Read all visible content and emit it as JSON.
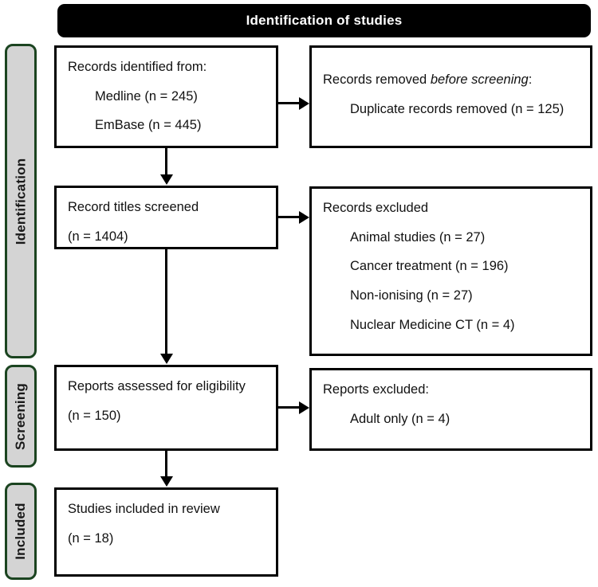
{
  "banner": {
    "title": "Identification of studies"
  },
  "phases": [
    {
      "label": "Identification"
    },
    {
      "label": "Screening"
    },
    {
      "label": "Included"
    }
  ],
  "boxes": {
    "identified": {
      "lines": [
        "Records identified from:",
        "Medline (n = 245)",
        "EmBase (n = 445)"
      ]
    },
    "removed_before_screening": {
      "heading_prefix": "Records removed ",
      "heading_italic": "before screening",
      "heading_suffix": ":",
      "lines": [
        "Duplicate records removed (n = 125)"
      ]
    },
    "titles_screened": {
      "lines": [
        "Record titles screened",
        "(n = 1404)"
      ]
    },
    "records_excluded": {
      "heading": "Records excluded",
      "lines": [
        "Animal studies (n = 27)",
        "Cancer treatment (n = 196)",
        "Non-ionising (n = 27)",
        "Nuclear Medicine CT (n = 4)"
      ]
    },
    "assessed_eligibility": {
      "lines": [
        "Reports assessed for eligibility",
        "(n = 150)"
      ]
    },
    "reports_excluded": {
      "heading": "Reports excluded:",
      "lines": [
        "Adult only (n = 4)"
      ]
    },
    "included": {
      "lines": [
        "Studies included in review",
        "(n = 18)"
      ]
    }
  },
  "colors": {
    "phase_fill": "#d4d4d4",
    "phase_border": "#1b4420",
    "banner_fill": "#000000",
    "box_border": "#000000",
    "text": "#111111"
  }
}
